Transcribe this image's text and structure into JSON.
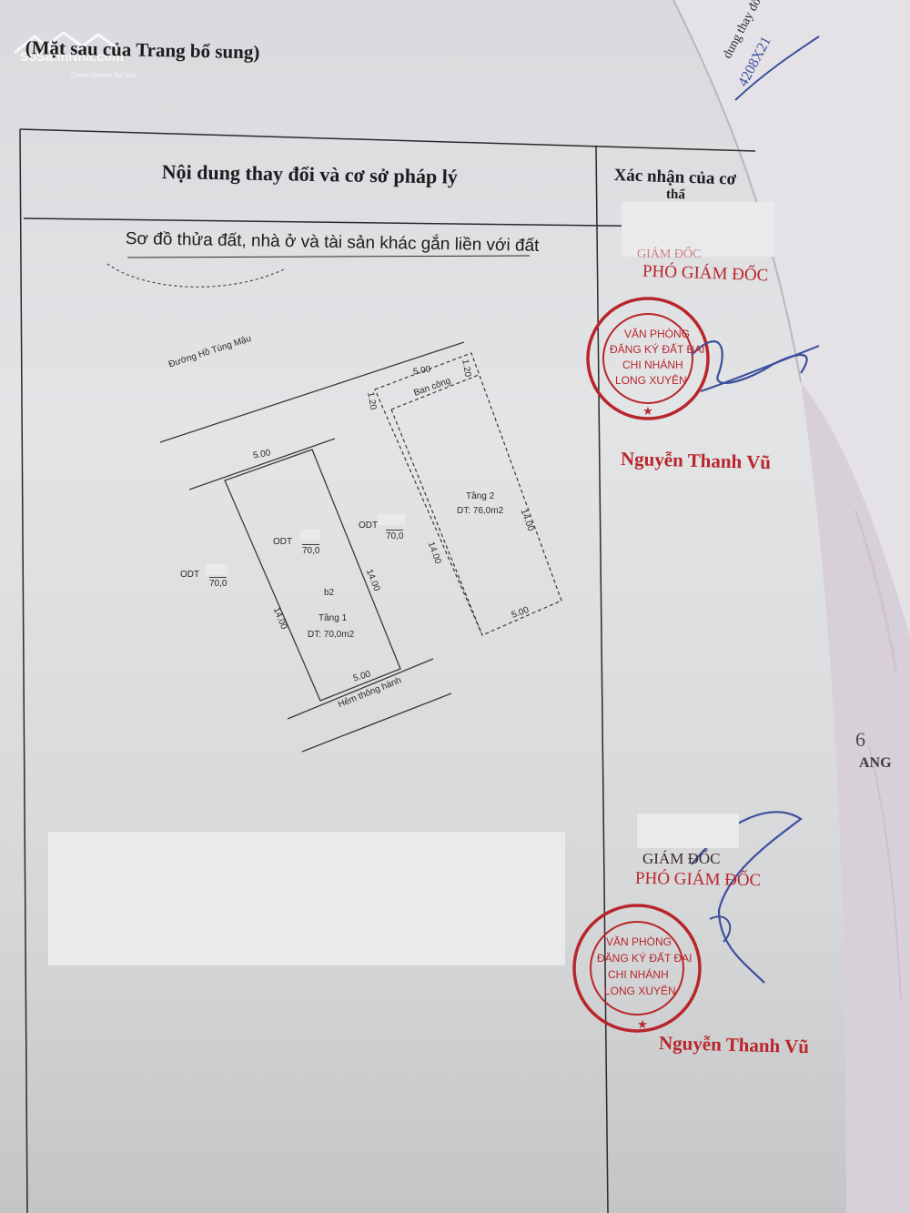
{
  "header": {
    "text": "(Mặt sau của Trang bổ sung)"
  },
  "watermark": {
    "brand": "SoSanhNha.com",
    "tagline": "Great choice for you"
  },
  "table": {
    "left_heading": "Nội dung thay đổi và cơ sở pháp lý",
    "right_heading": "Xác nhận của cơ",
    "right_heading_cont": "thẩ",
    "section_title": "Sơ đồ thửa đất, nhà ở và tài sản khác gắn liền với đất"
  },
  "plan": {
    "road_name": "Đường Hồ Tùng Mậu",
    "alley_name": "Hẻm thông hành",
    "parcel_left": {
      "code": "ODT",
      "area": "70,0"
    },
    "parcel_main": {
      "code": "ODT",
      "area": "70,0",
      "label": "b2"
    },
    "parcel_right": {
      "code": "ODT",
      "area": "70,0"
    },
    "floor1": {
      "name": "Tầng 1",
      "area": "DT: 70,0m2",
      "top": "5.00",
      "bottom": "5.00",
      "left": "14.00",
      "right": "14.00"
    },
    "floor2": {
      "name": "Tầng 2",
      "area": "DT: 76,0m2",
      "balcony": "Ban công",
      "top": "5.00",
      "bottom": "5.00",
      "left": "14.00",
      "right": "14.00",
      "top_side": "1.20",
      "left_side": "1.20"
    }
  },
  "stamp1": {
    "title_top": "GIÁM ĐỐC",
    "title": "PHÓ GIÁM ĐỐC",
    "line1": "VĂN PHÒNG",
    "line2": "ĐĂNG KÝ ĐẤT ĐAI",
    "line3": "CHI NHÁNH",
    "line4": "LONG XUYÊN",
    "signer": "Nguyễn Thanh Vũ"
  },
  "stamp2": {
    "title_top": "GIÁM ĐỐC",
    "title": "PHÓ GIÁM ĐỐC",
    "line1": "VĂN PHÒNG",
    "line2": "ĐĂNG KÝ ĐẤT ĐAI",
    "line3": "CHI NHÁNH",
    "line4": "LONG XUYÊN",
    "signer": "Nguyễn Thanh Vũ"
  },
  "margin_text": {
    "curl_line1": "4208X21",
    "curl_line2": "dung thay đổi v",
    "side_number": "6",
    "side_text": "ANG"
  },
  "colors": {
    "stamp_red": "#b8262b",
    "ink": "#1c1c1e",
    "signature_blue": "#3d4f9c"
  }
}
